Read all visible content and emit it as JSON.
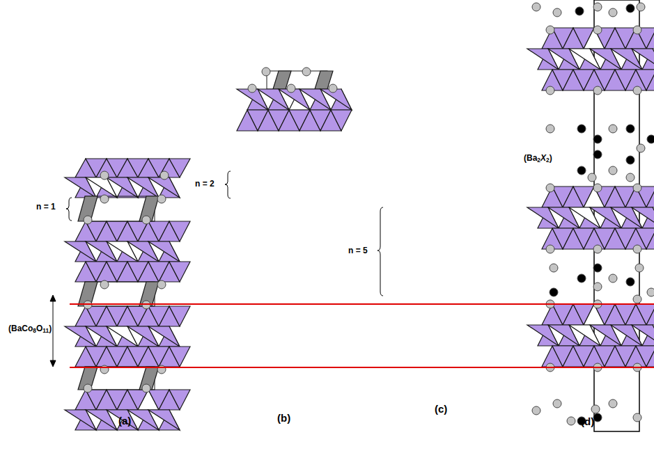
{
  "diagram": {
    "labels": [
      "n = 1",
      "(BaCo8O11)",
      "n = 2",
      "n = 5",
      "(Ba2X2)",
      "(a)",
      "(b)",
      "(c)",
      "(d)"
    ]
  }
}
